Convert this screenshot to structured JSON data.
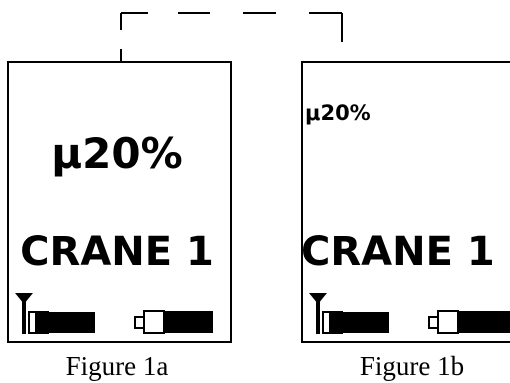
{
  "connector": {
    "style": "dashed",
    "color": "#000000"
  },
  "figures": [
    {
      "id": "figure-1a",
      "reading": "μ20%",
      "reading_size": "large",
      "name": "CRANE 1",
      "caption": "Figure 1a",
      "signal_icon": "antenna-icon",
      "battery_icon": "battery-icon"
    },
    {
      "id": "figure-1b",
      "reading": "μ20%",
      "reading_size": "small",
      "name": "CRANE 1",
      "caption": "Figure 1b",
      "signal_icon": "antenna-icon",
      "battery_icon": "battery-icon"
    }
  ]
}
